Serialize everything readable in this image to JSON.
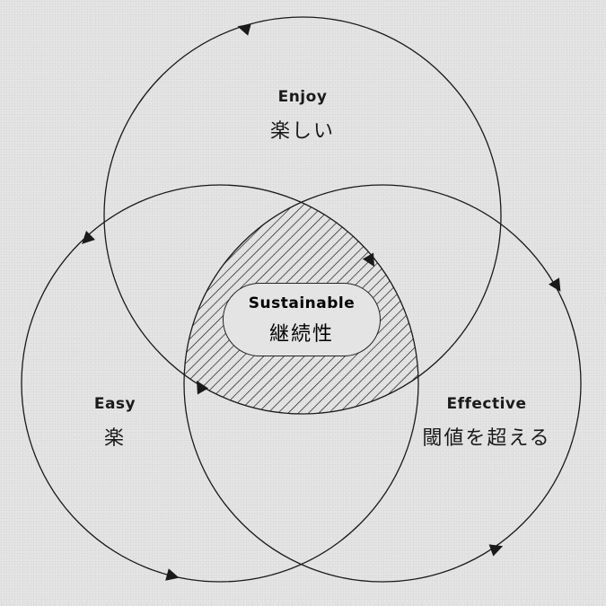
{
  "diagram": {
    "enjoy": {
      "title": "Enjoy",
      "subtitle": "楽しい"
    },
    "easy": {
      "title": "Easy",
      "subtitle": "楽"
    },
    "effective": {
      "title": "Effective",
      "subtitle": "閾値を超える"
    },
    "center": {
      "title": "Sustainable",
      "subtitle": "継続性"
    }
  },
  "colors": {
    "background": "#e3e3e3",
    "stroke": "#1a1a1a"
  }
}
